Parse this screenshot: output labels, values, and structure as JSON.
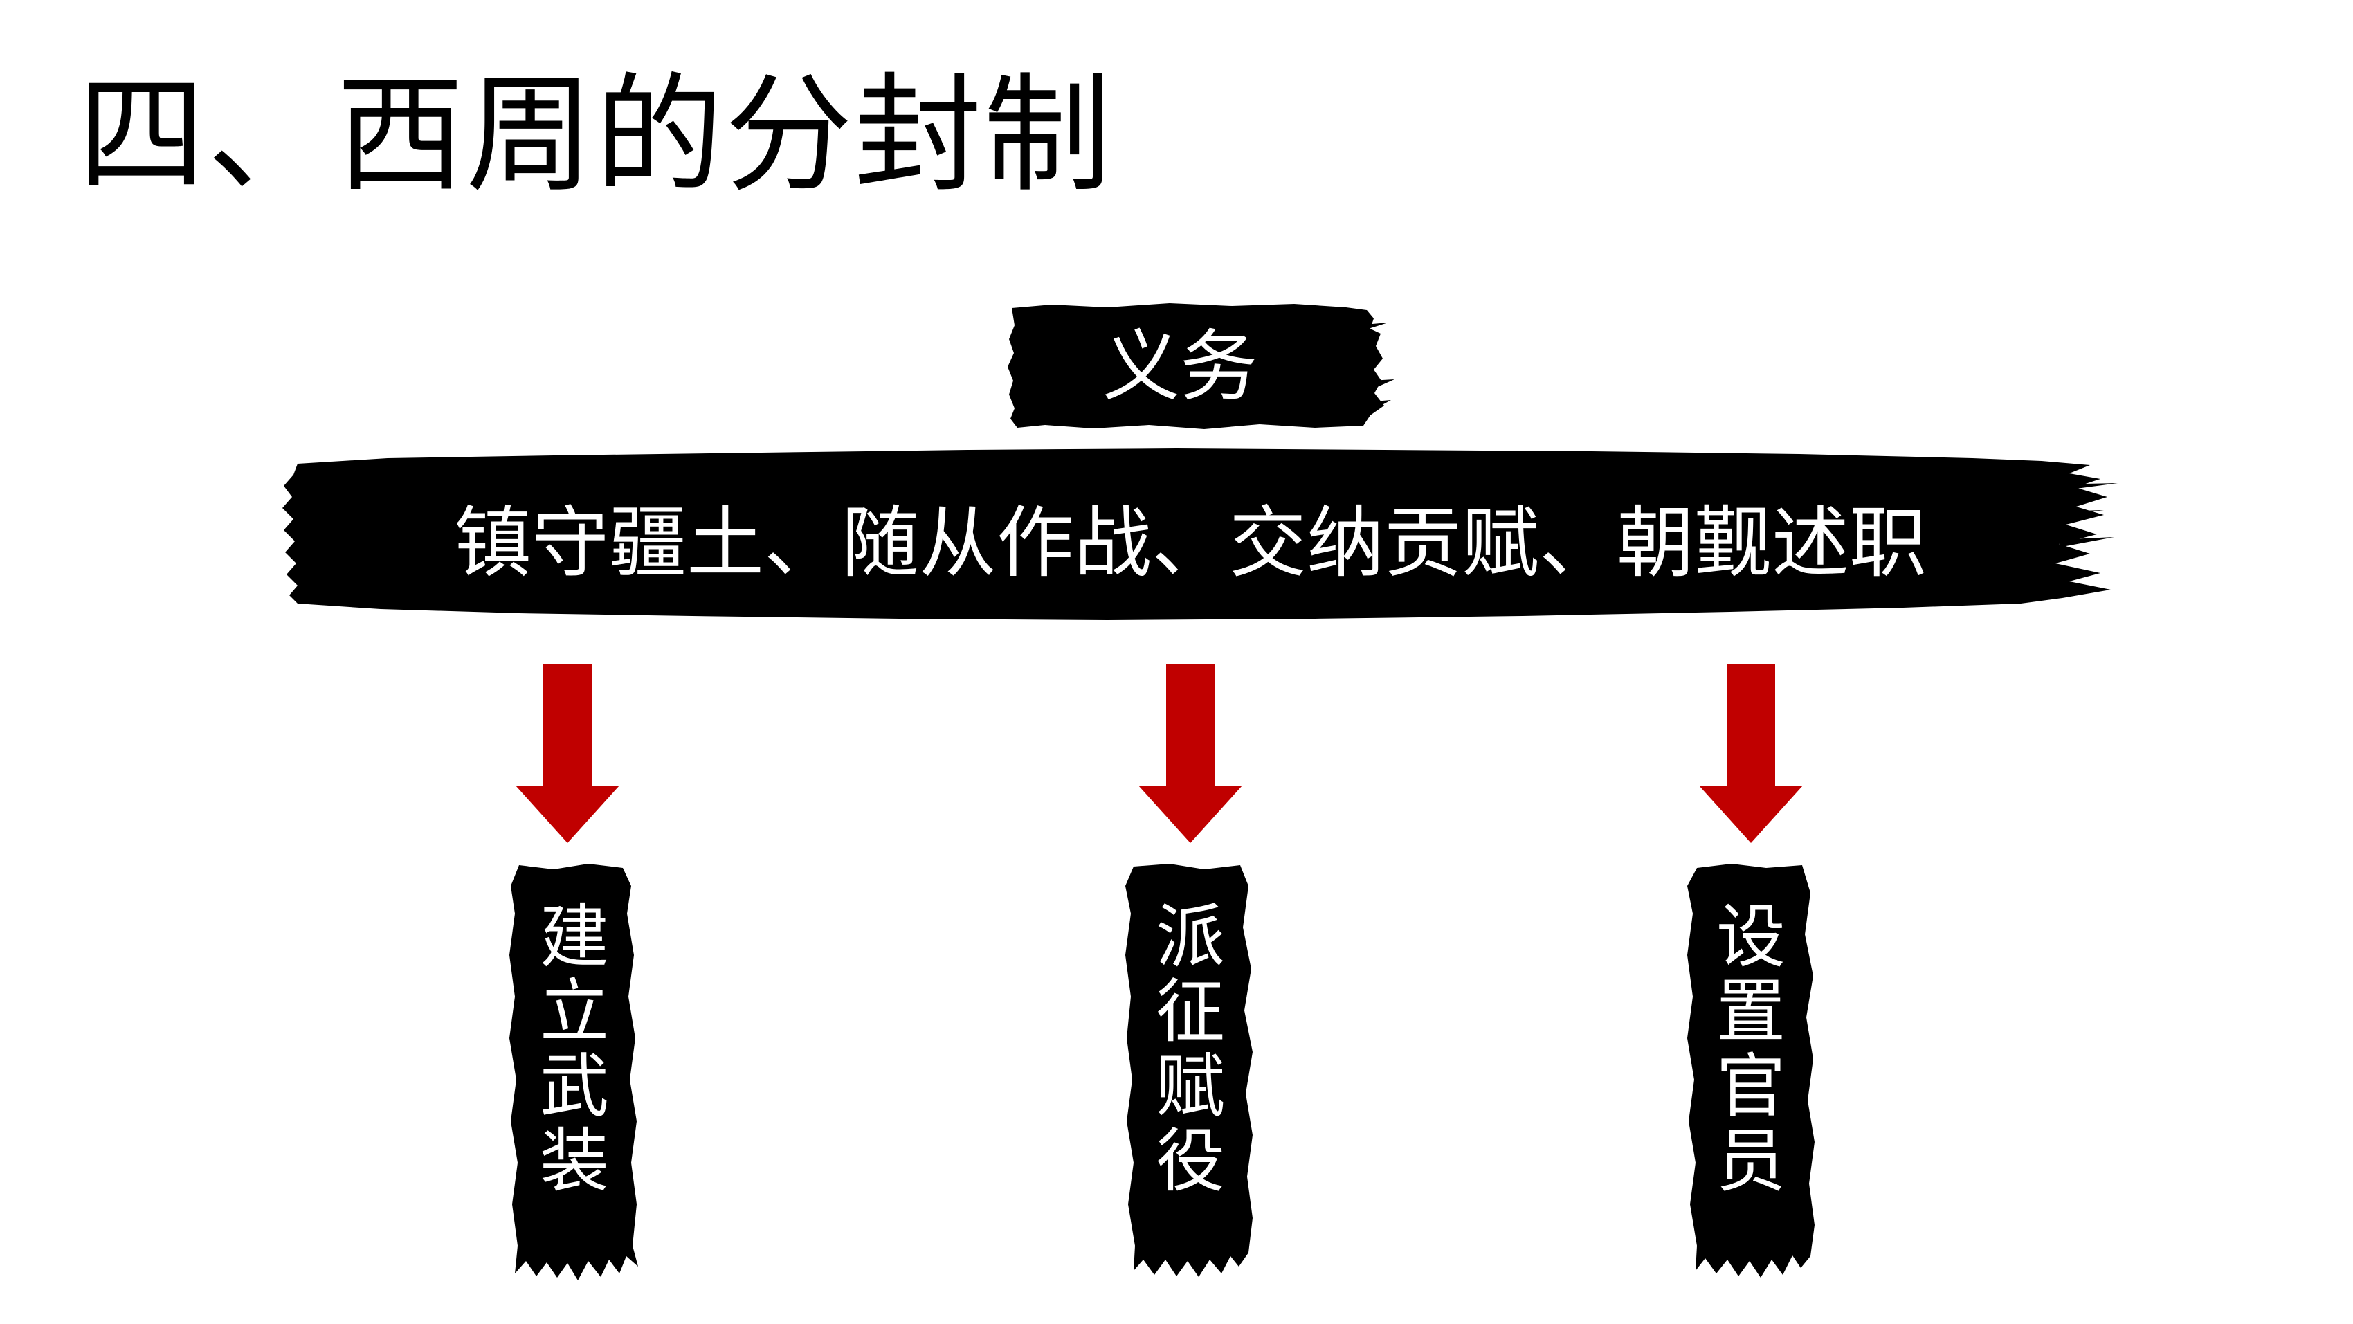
{
  "title": "四、西周的分封制",
  "duty": {
    "label": "义务",
    "items": "镇守疆土、随从作战、交纳贡赋、朝觐述职"
  },
  "results": [
    {
      "label": "建立武装"
    },
    {
      "label": "派征赋役"
    },
    {
      "label": "设置官员"
    }
  ],
  "colors": {
    "brush": "#000000",
    "arrow": "#c00000",
    "text_on_brush": "#ffffff",
    "title": "#000000"
  }
}
